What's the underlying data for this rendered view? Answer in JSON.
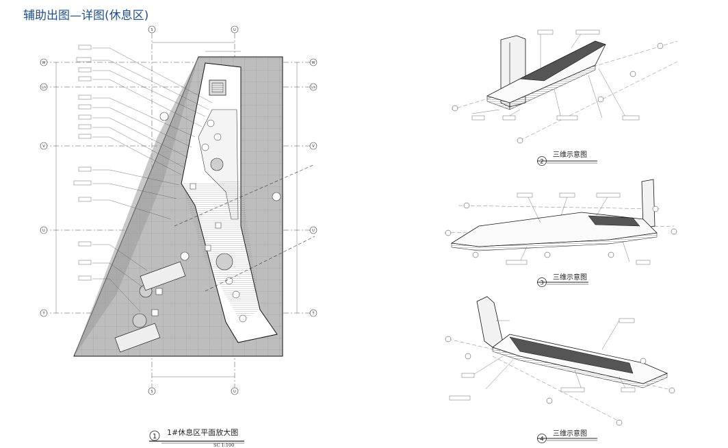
{
  "page": {
    "title": "辅助出图—详图(休息区)"
  },
  "plan": {
    "caption_number": "1",
    "caption": "1#休息区平面放大图",
    "scale": "SC   1:100",
    "grid_column_top_left": "S",
    "grid_column_top_right": "U",
    "grid_rows": [
      "W",
      "1/V",
      "V",
      "U",
      "T"
    ]
  },
  "views": [
    {
      "number": "2",
      "caption": "三维示意图"
    },
    {
      "number": "3",
      "caption": "三维示意图"
    },
    {
      "number": "4",
      "caption": "三维示意图"
    }
  ]
}
